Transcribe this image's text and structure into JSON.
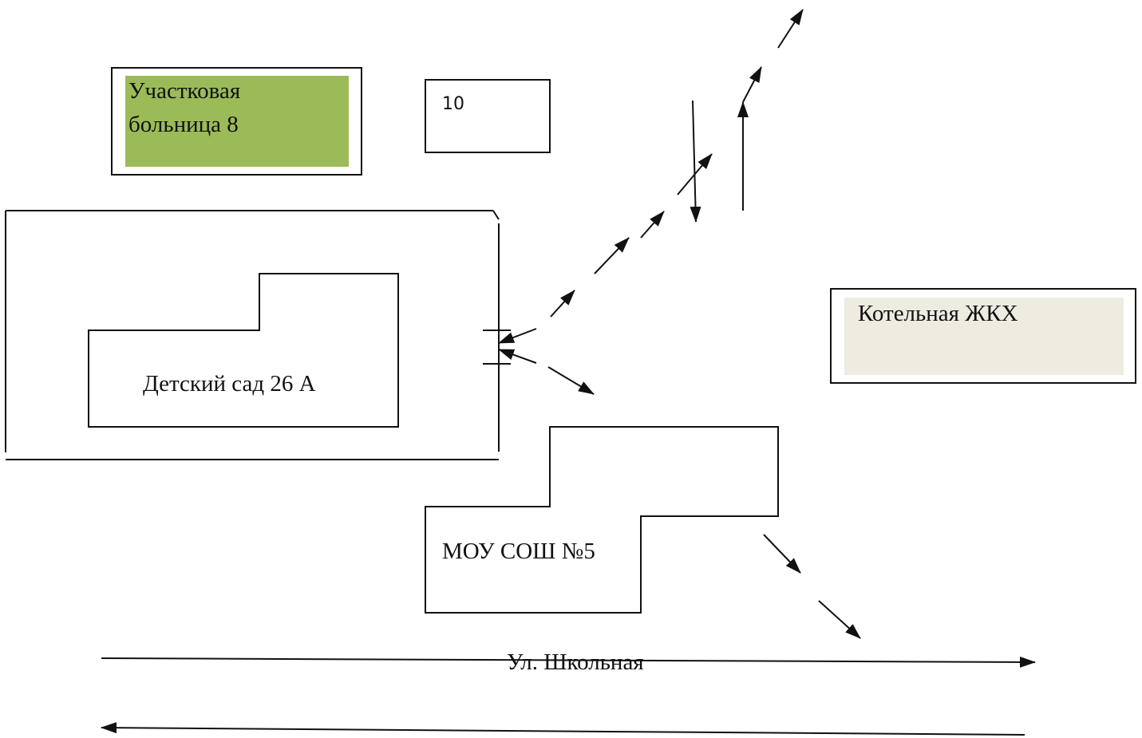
{
  "hospital": {
    "label": "Участковая больница 8",
    "line1": "Участковая",
    "line2": "больница 8",
    "fill": "#9bbb59"
  },
  "number_box": {
    "label": "10"
  },
  "boiler": {
    "label": "Котельная ЖКХ",
    "fill": "#eeece1"
  },
  "kindergarten": {
    "label": "Детский сад 26 А"
  },
  "school": {
    "label": "МОУ СОШ №5"
  },
  "street": {
    "label": "Ул. Школьная"
  },
  "colors": {
    "line": "#111111",
    "hospital_fill": "#9bbb59",
    "boiler_fill": "#eeece1"
  }
}
